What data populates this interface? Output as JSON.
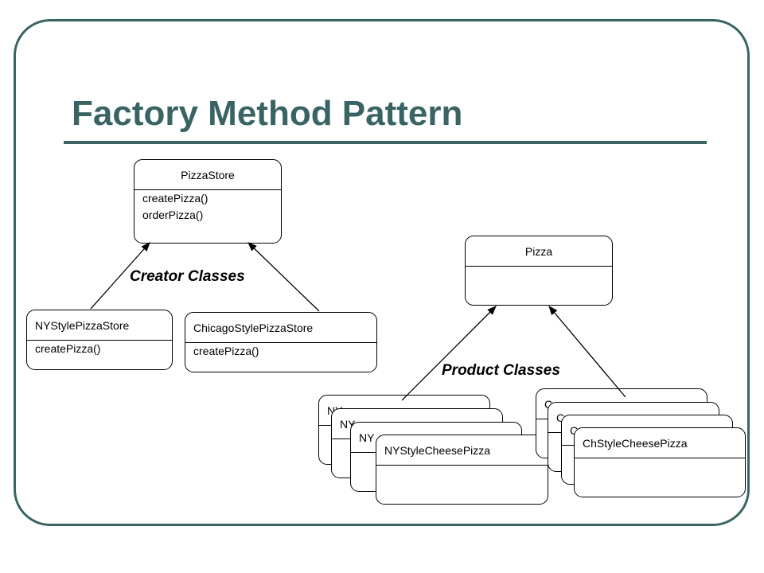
{
  "title": "Factory Method Pattern",
  "creator": {
    "label": "Creator Classes",
    "base": {
      "name": "PizzaStore",
      "methods": [
        "createPizza()",
        "orderPizza()"
      ]
    },
    "ny_store": {
      "name": "NYStylePizzaStore",
      "methods": [
        "createPizza()"
      ]
    },
    "chicago_store": {
      "name": "ChicagoStylePizzaStore",
      "methods": [
        "createPizza()"
      ]
    }
  },
  "product": {
    "label": "Product Classes",
    "base": {
      "name": "Pizza"
    },
    "ny_stack": {
      "front_name": "NYStyleCheesePizza",
      "back_names": [
        "NY",
        "NY",
        "NY"
      ]
    },
    "ch_stack": {
      "front_name": "ChStyleCheesePizza",
      "back_names": [
        "C",
        "C",
        "C"
      ]
    }
  },
  "colors": {
    "accent": "#3a6464",
    "line": "#000000",
    "background": "#ffffff"
  }
}
